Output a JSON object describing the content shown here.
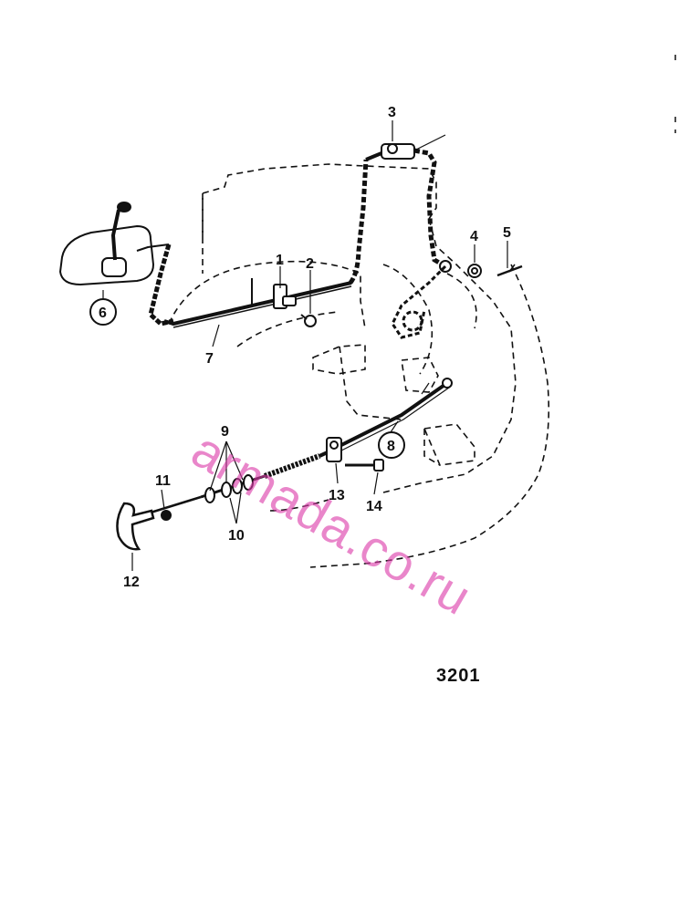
{
  "figure": {
    "number": "3201",
    "watermark": "armada.co.ru"
  },
  "callouts": {
    "p1": "1",
    "p2": "2",
    "p3": "3",
    "p4": "4",
    "p5": "5",
    "p6": "6",
    "p7": "7",
    "p8": "8",
    "p9": "9",
    "p10": "10",
    "p11": "11",
    "p12": "12",
    "p13": "13",
    "p14": "14"
  },
  "colors": {
    "line": "#111111",
    "watermark": "#dc3caa"
  }
}
